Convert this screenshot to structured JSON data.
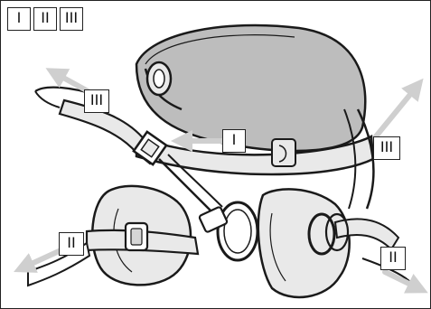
{
  "legend": [
    "I",
    "II",
    "III"
  ],
  "labels": {
    "front_left_upper": "III",
    "front_center": "I",
    "right_side": "III",
    "left_lower": "II",
    "right_lower": "II"
  },
  "colors": {
    "arrow": "#cfcfcf",
    "line": "#1a1a1a",
    "pad": "#bdbdbd",
    "fill_light": "#e9e9e9",
    "fill_mid": "#d6d6d6"
  }
}
